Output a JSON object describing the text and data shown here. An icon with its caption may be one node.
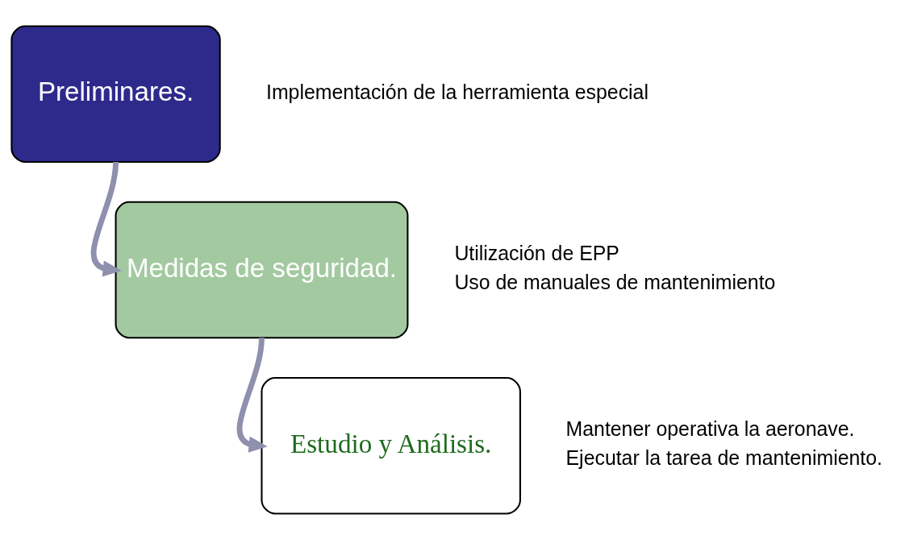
{
  "diagram": {
    "nodes": [
      {
        "text": [
          "Preliminares."
        ],
        "beside": [
          "Implementación de la herramienta especial"
        ]
      },
      {
        "text": [
          "Medidas de seguridad."
        ],
        "beside": [
          "Utilización de EPP",
          "Uso de manuales de mantenimiento"
        ]
      },
      {
        "text": [
          "Estudio y Análisis."
        ],
        "beside": [
          "Mantener operativa la aeronave.",
          "Ejecutar la tarea de mantenimiento."
        ]
      }
    ],
    "edges": [
      {
        "from": 0,
        "to": 1,
        "arrow": "to"
      },
      {
        "from": 1,
        "to": 2,
        "arrow": "to"
      }
    ]
  }
}
